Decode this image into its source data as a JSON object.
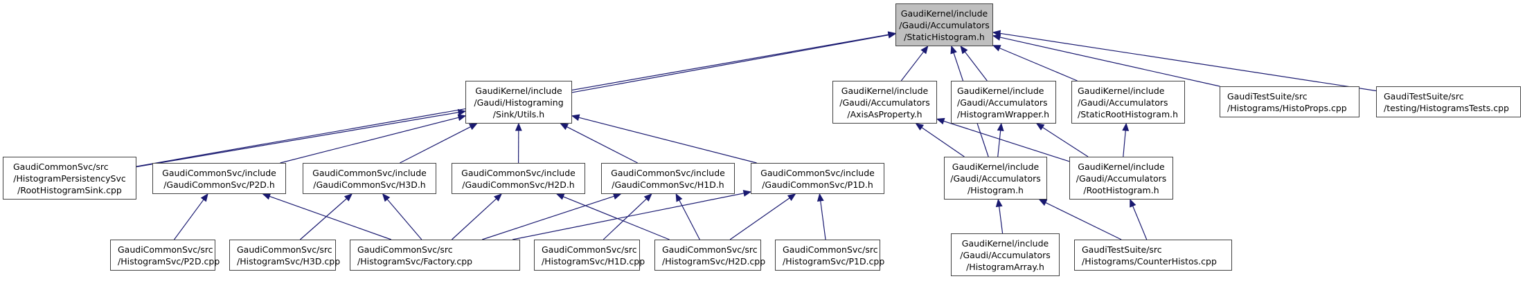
{
  "graph": {
    "title": "Include dependency graph for StaticHistogram.h",
    "edge_color": "#191970",
    "root_fill": "#bfbfbf",
    "nodes": [
      {
        "id": "static_histogram",
        "lines": [
          "GaudiKernel/include",
          "/Gaudi/Accumulators",
          "/StaticHistogram.h"
        ],
        "root": true
      },
      {
        "id": "sink_utils",
        "lines": [
          "GaudiKernel/include",
          "/Gaudi/Histograming",
          "/Sink/Utils.h"
        ]
      },
      {
        "id": "root_histogram_sink",
        "lines": [
          "GaudiCommonSvc/src",
          "/HistogramPersistencySvc",
          "/RootHistogramSink.cpp"
        ]
      },
      {
        "id": "p2d_h",
        "lines": [
          "GaudiCommonSvc/include",
          "/GaudiCommonSvc/P2D.h"
        ]
      },
      {
        "id": "h3d_h",
        "lines": [
          "GaudiCommonSvc/include",
          "/GaudiCommonSvc/H3D.h"
        ]
      },
      {
        "id": "h2d_h",
        "lines": [
          "GaudiCommonSvc/include",
          "/GaudiCommonSvc/H2D.h"
        ]
      },
      {
        "id": "h1d_h",
        "lines": [
          "GaudiCommonSvc/include",
          "/GaudiCommonSvc/H1D.h"
        ]
      },
      {
        "id": "p1d_h",
        "lines": [
          "GaudiCommonSvc/include",
          "/GaudiCommonSvc/P1D.h"
        ]
      },
      {
        "id": "axis_as_property",
        "lines": [
          "GaudiKernel/include",
          "/Gaudi/Accumulators",
          "/AxisAsProperty.h"
        ]
      },
      {
        "id": "histogram_wrapper",
        "lines": [
          "GaudiKernel/include",
          "/Gaudi/Accumulators",
          "/HistogramWrapper.h"
        ]
      },
      {
        "id": "static_root_histogram",
        "lines": [
          "GaudiKernel/include",
          "/Gaudi/Accumulators",
          "/StaticRootHistogram.h"
        ]
      },
      {
        "id": "histo_props",
        "lines": [
          "GaudiTestSuite/src",
          "/Histograms/HistoProps.cpp"
        ]
      },
      {
        "id": "histograms_tests",
        "lines": [
          "GaudiTestSuite/src",
          "/testing/HistogramsTests.cpp"
        ]
      },
      {
        "id": "histogram_h",
        "lines": [
          "GaudiKernel/include",
          "/Gaudi/Accumulators",
          "/Histogram.h"
        ]
      },
      {
        "id": "root_histogram_h",
        "lines": [
          "GaudiKernel/include",
          "/Gaudi/Accumulators",
          "/RootHistogram.h"
        ]
      },
      {
        "id": "p2d_cpp",
        "lines": [
          "GaudiCommonSvc/src",
          "/HistogramSvc/P2D.cpp"
        ]
      },
      {
        "id": "h3d_cpp",
        "lines": [
          "GaudiCommonSvc/src",
          "/HistogramSvc/H3D.cpp"
        ]
      },
      {
        "id": "factory_cpp",
        "lines": [
          "GaudiCommonSvc/src",
          "/HistogramSvc/Factory.cpp"
        ]
      },
      {
        "id": "h1d_cpp",
        "lines": [
          "GaudiCommonSvc/src",
          "/HistogramSvc/H1D.cpp"
        ]
      },
      {
        "id": "h2d_cpp",
        "lines": [
          "GaudiCommonSvc/src",
          "/HistogramSvc/H2D.cpp"
        ]
      },
      {
        "id": "p1d_cpp",
        "lines": [
          "GaudiCommonSvc/src",
          "/HistogramSvc/P1D.cpp"
        ]
      },
      {
        "id": "histogram_array",
        "lines": [
          "GaudiKernel/include",
          "/Gaudi/Accumulators",
          "/HistogramArray.h"
        ]
      },
      {
        "id": "counter_histos",
        "lines": [
          "GaudiTestSuite/src",
          "/Histograms/CounterHistos.cpp"
        ]
      }
    ],
    "edges": [
      {
        "from": "sink_utils",
        "to": "static_histogram"
      },
      {
        "from": "root_histogram_sink",
        "to": "static_histogram"
      },
      {
        "from": "histogram_h",
        "to": "static_histogram"
      },
      {
        "from": "axis_as_property",
        "to": "static_histogram"
      },
      {
        "from": "histogram_wrapper",
        "to": "static_histogram"
      },
      {
        "from": "static_root_histogram",
        "to": "static_histogram"
      },
      {
        "from": "histo_props",
        "to": "static_histogram"
      },
      {
        "from": "histograms_tests",
        "to": "static_histogram"
      },
      {
        "from": "root_histogram_sink",
        "to": "sink_utils"
      },
      {
        "from": "p2d_h",
        "to": "sink_utils"
      },
      {
        "from": "h3d_h",
        "to": "sink_utils"
      },
      {
        "from": "h2d_h",
        "to": "sink_utils"
      },
      {
        "from": "h1d_h",
        "to": "sink_utils"
      },
      {
        "from": "p1d_h",
        "to": "sink_utils"
      },
      {
        "from": "p2d_cpp",
        "to": "p2d_h"
      },
      {
        "from": "factory_cpp",
        "to": "p2d_h"
      },
      {
        "from": "h3d_cpp",
        "to": "h3d_h"
      },
      {
        "from": "factory_cpp",
        "to": "h3d_h"
      },
      {
        "from": "factory_cpp",
        "to": "h2d_h"
      },
      {
        "from": "h2d_cpp",
        "to": "h2d_h"
      },
      {
        "from": "factory_cpp",
        "to": "h1d_h"
      },
      {
        "from": "h1d_cpp",
        "to": "h1d_h"
      },
      {
        "from": "h2d_cpp",
        "to": "h1d_h"
      },
      {
        "from": "factory_cpp",
        "to": "p1d_h"
      },
      {
        "from": "h2d_cpp",
        "to": "p1d_h"
      },
      {
        "from": "p1d_cpp",
        "to": "p1d_h"
      },
      {
        "from": "histogram_h",
        "to": "axis_as_property"
      },
      {
        "from": "root_histogram_h",
        "to": "axis_as_property"
      },
      {
        "from": "histogram_h",
        "to": "histogram_wrapper"
      },
      {
        "from": "root_histogram_h",
        "to": "histogram_wrapper"
      },
      {
        "from": "root_histogram_h",
        "to": "static_root_histogram"
      },
      {
        "from": "histogram_array",
        "to": "histogram_h"
      },
      {
        "from": "counter_histos",
        "to": "histogram_h"
      },
      {
        "from": "counter_histos",
        "to": "root_histogram_h"
      }
    ]
  }
}
